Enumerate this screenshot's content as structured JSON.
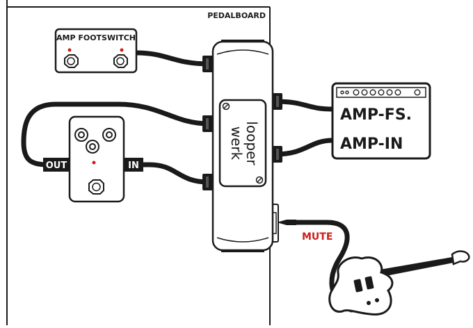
{
  "labels": {
    "pedalboard": "PEDALBOARD",
    "amp_footswitch": "AMP FOOTSWITCH",
    "out": "OUT",
    "in": "IN",
    "mute": "MUTE",
    "amp_fs": "AMP-FS.",
    "amp_in": "AMP-IN",
    "logo_line1": "looper",
    "logo_line2": "werk"
  },
  "colors": {
    "ink": "#1a1a1a",
    "mute_red": "#c8201e",
    "led_red": "#cc1e1e",
    "label_bg": "#1a1a1a",
    "label_fg": "#ffffff"
  }
}
